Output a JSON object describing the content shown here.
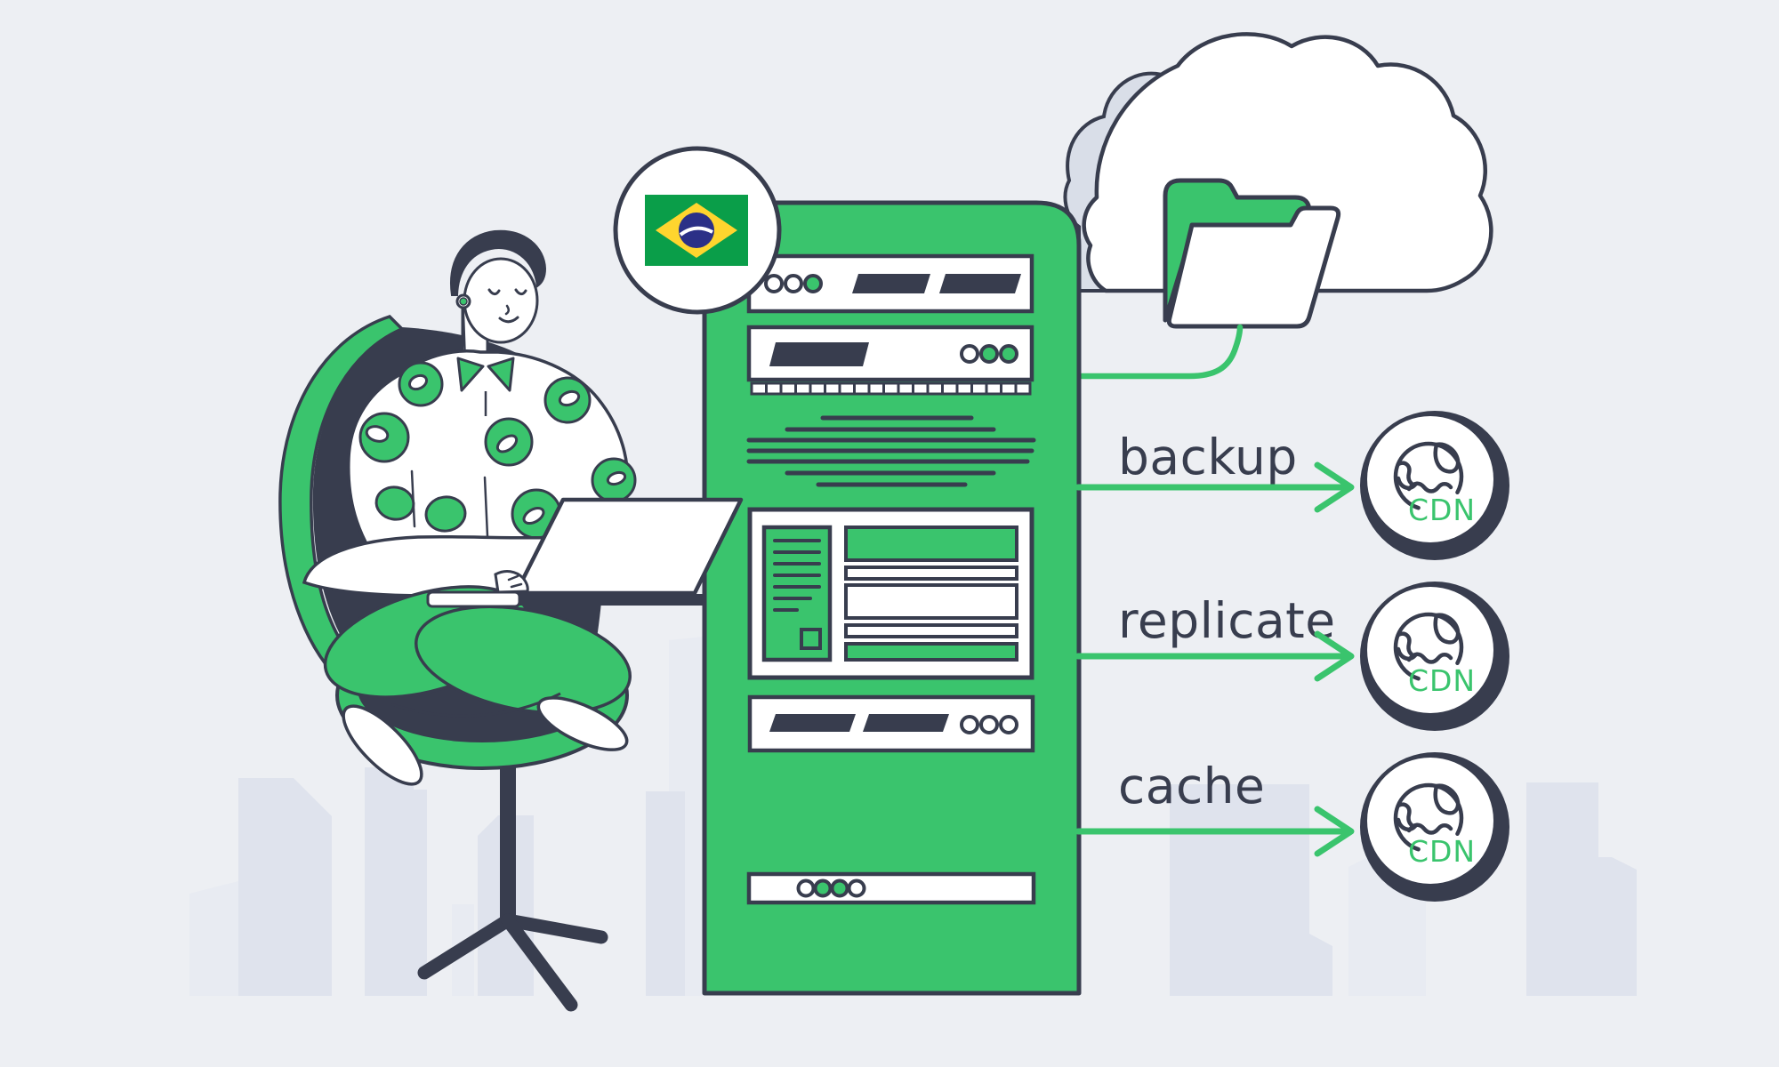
{
  "illustration": {
    "description": "Person with laptop sending data from a server/cloud folder to CDN nodes",
    "palette": {
      "background": "#edeff3",
      "skyline": "#dfe3ed",
      "skyline_light": "#e8ebf2",
      "green": "#3ac46d",
      "dark_navy": "#383d4e",
      "white": "#ffffff",
      "cloud_gray": "#d9dee8",
      "flag_green": "#0a9e49",
      "flag_yellow": "#ffd52e",
      "flag_blue": "#2b3087"
    },
    "icons": {
      "speech_bubble": "brazil-flag-icon",
      "cloud": "cloud-icon",
      "folder": "folder-icon",
      "cdn_node": "globe-icon"
    }
  },
  "flows": [
    {
      "label": "backup",
      "target": "CDN"
    },
    {
      "label": "replicate",
      "target": "CDN"
    },
    {
      "label": "cache",
      "target": "CDN"
    }
  ]
}
